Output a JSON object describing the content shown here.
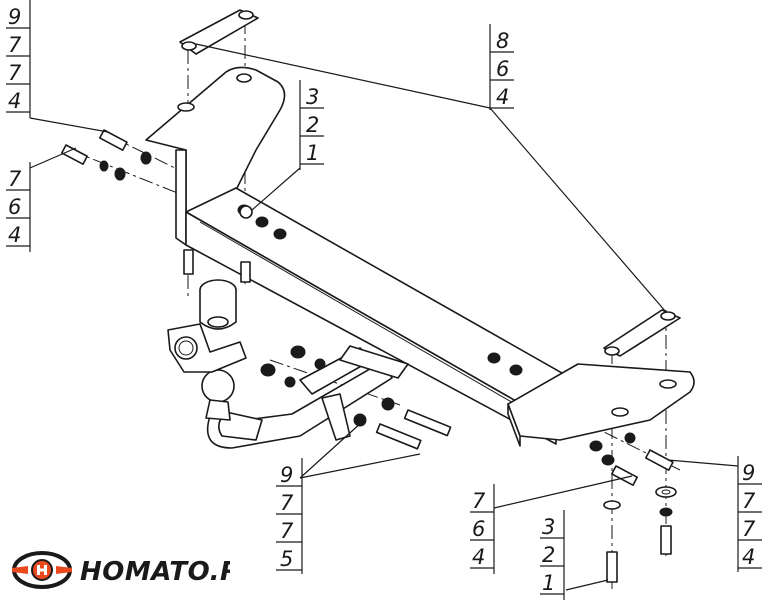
{
  "callouts": [
    {
      "id": "a",
      "numbers": [
        "9",
        "7",
        "7",
        "4"
      ]
    },
    {
      "id": "b",
      "numbers": [
        "7",
        "6",
        "4"
      ]
    },
    {
      "id": "c",
      "numbers": [
        "3",
        "2",
        "1"
      ]
    },
    {
      "id": "d",
      "numbers": [
        "8",
        "6",
        "4"
      ]
    },
    {
      "id": "e",
      "numbers": [
        "9",
        "7",
        "7",
        "5"
      ]
    },
    {
      "id": "f",
      "numbers": [
        "7",
        "6",
        "4"
      ]
    },
    {
      "id": "g",
      "numbers": [
        "3",
        "2",
        "1"
      ]
    },
    {
      "id": "h",
      "numbers": [
        "9",
        "7",
        "7",
        "4"
      ]
    }
  ],
  "logo": {
    "text": "HOMATO.RU",
    "accent": "#e8491d"
  }
}
